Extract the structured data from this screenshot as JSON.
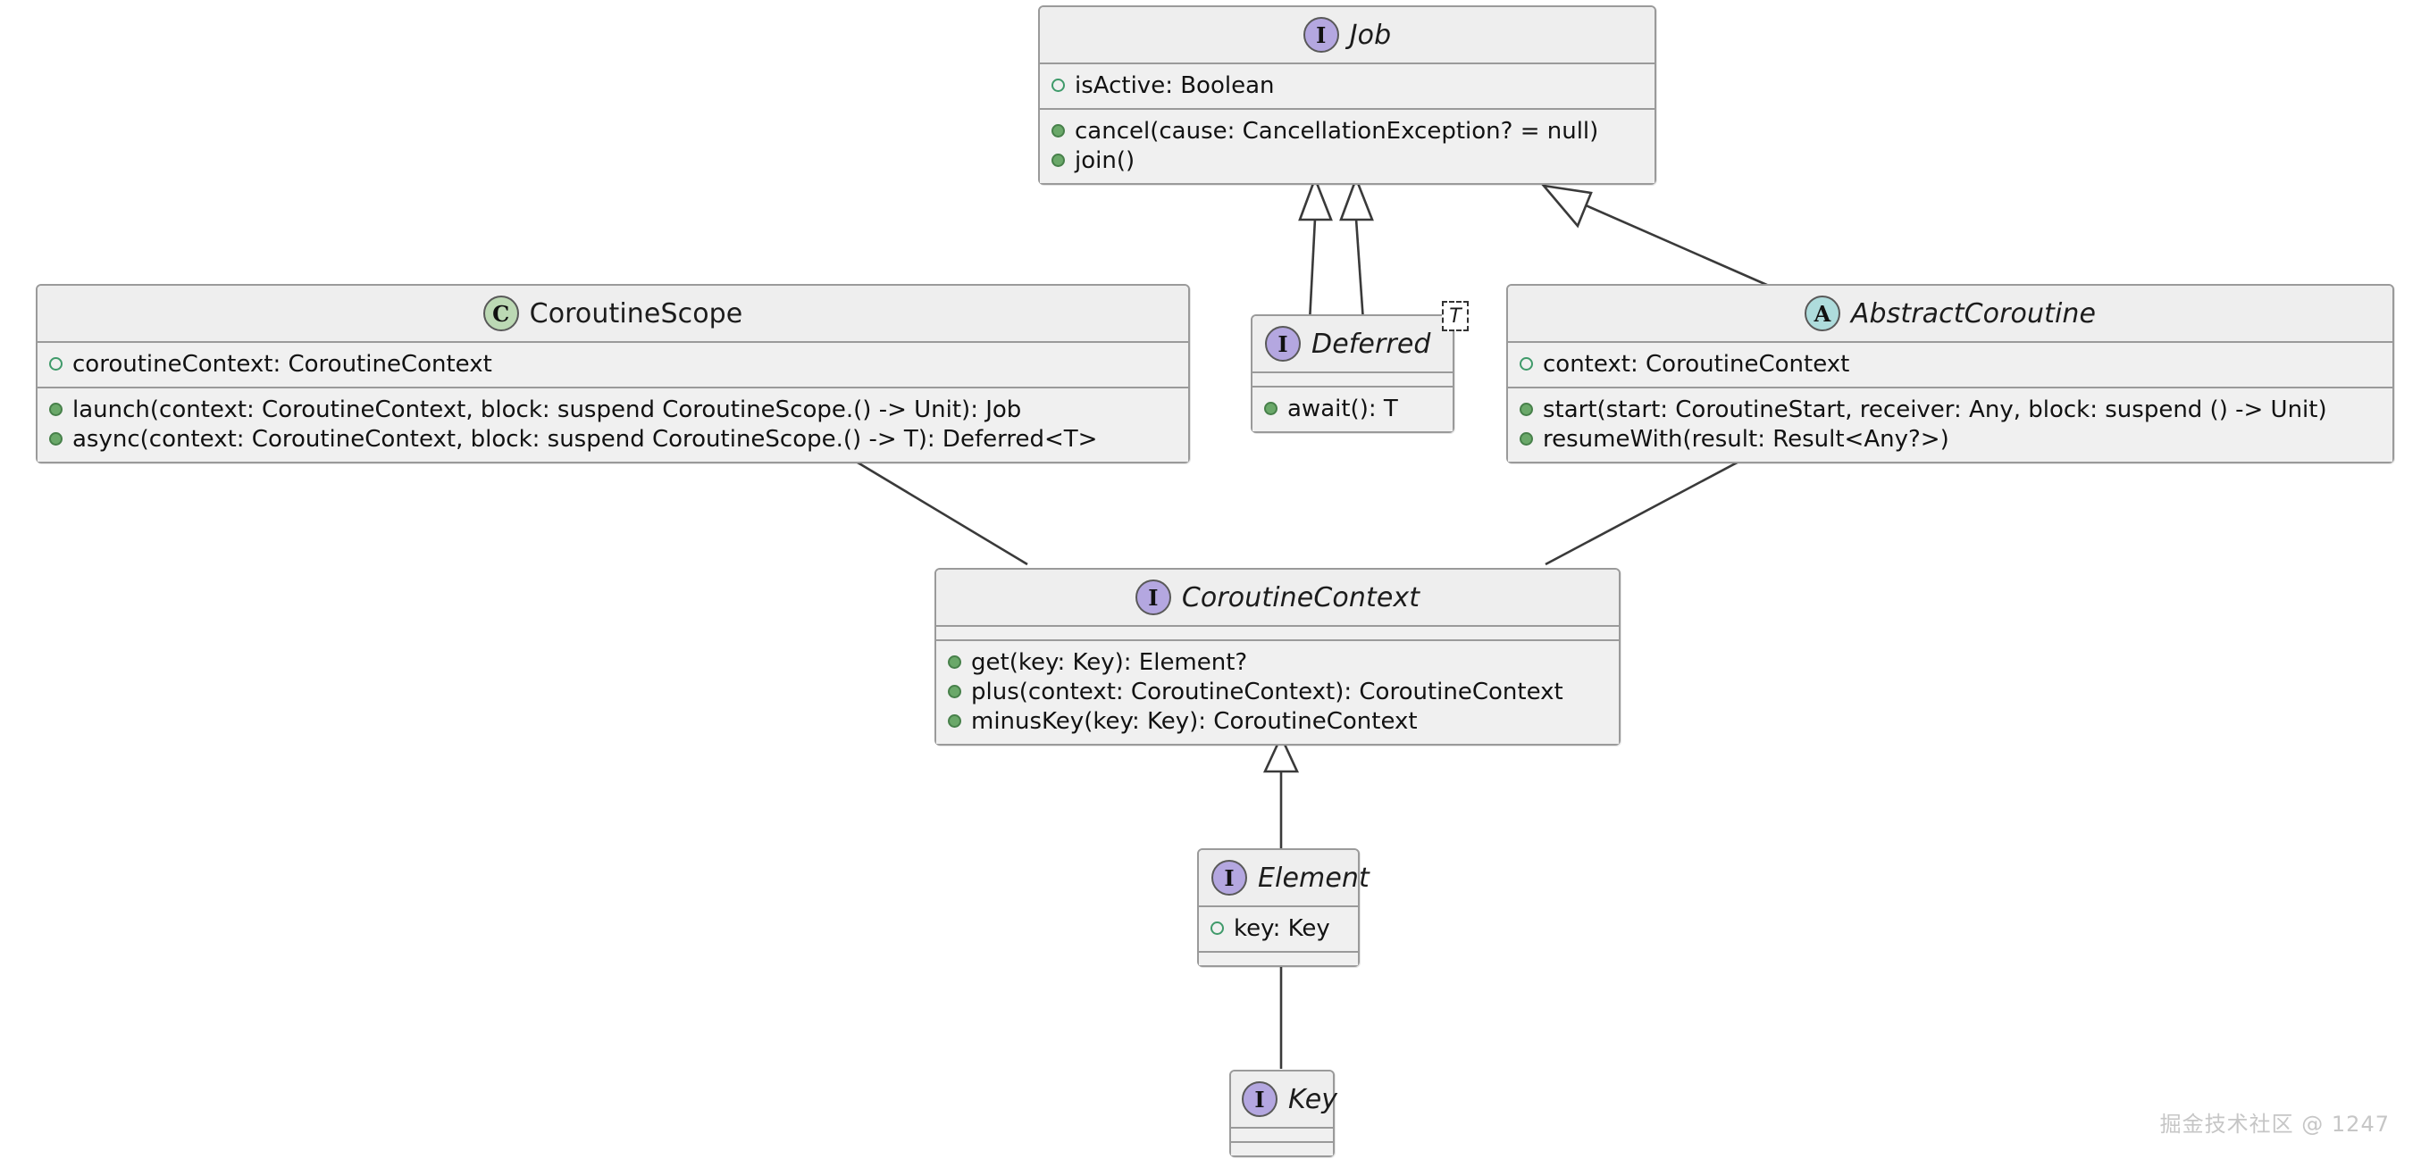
{
  "diagram": {
    "title": "Kotlin Coroutines UML class diagram",
    "watermark": "掘金技术社区 @ 1247",
    "colors": {
      "interface_icon": "#b4a7e0",
      "class_icon": "#bcd9b4",
      "abstract_icon": "#aedcdc",
      "box_fill": "#eeeeee",
      "box_border": "#9a9a9a",
      "field_marker": "#3f9a6a",
      "method_marker": "#6aa869",
      "link_stroke": "#3a3a3a",
      "watermark": "#c6c6c6"
    },
    "classes": {
      "job": {
        "name": "Job",
        "stereotype": "I",
        "stereotype_label": "interface",
        "fields": [
          {
            "marker": "field",
            "text": "isActive: Boolean"
          }
        ],
        "methods": [
          {
            "marker": "method",
            "text": "cancel(cause: CancellationException? = null)"
          },
          {
            "marker": "method",
            "text": "join()"
          }
        ]
      },
      "coroutine_scope": {
        "name": "CoroutineScope",
        "stereotype": "C",
        "stereotype_label": "class",
        "fields": [
          {
            "marker": "field",
            "text": "coroutineContext: CoroutineContext"
          }
        ],
        "methods": [
          {
            "marker": "method",
            "text": "launch(context: CoroutineContext, block: suspend CoroutineScope.() -> Unit): Job"
          },
          {
            "marker": "method",
            "text": "async(context: CoroutineContext, block: suspend CoroutineScope.() -> T): Deferred<T>"
          }
        ]
      },
      "deferred": {
        "name": "Deferred",
        "stereotype": "I",
        "stereotype_label": "interface",
        "generic_param": "T",
        "fields": [],
        "methods": [
          {
            "marker": "method",
            "text": "await(): T"
          }
        ]
      },
      "abstract_coroutine": {
        "name": "AbstractCoroutine",
        "stereotype": "A",
        "stereotype_label": "abstract class",
        "fields": [
          {
            "marker": "field",
            "text": "context: CoroutineContext"
          }
        ],
        "methods": [
          {
            "marker": "method",
            "text": "start(start: CoroutineStart, receiver: Any, block: suspend () -> Unit)"
          },
          {
            "marker": "method",
            "text": "resumeWith(result: Result<Any?>)"
          }
        ]
      },
      "coroutine_context": {
        "name": "CoroutineContext",
        "stereotype": "I",
        "stereotype_label": "interface",
        "fields": [],
        "methods": [
          {
            "marker": "method",
            "text": "get(key: Key): Element?"
          },
          {
            "marker": "method",
            "text": "plus(context: CoroutineContext): CoroutineContext"
          },
          {
            "marker": "method",
            "text": "minusKey(key: Key): CoroutineContext"
          }
        ]
      },
      "element": {
        "name": "Element",
        "stereotype": "I",
        "stereotype_label": "interface",
        "fields": [
          {
            "marker": "field",
            "text": "key: Key"
          }
        ],
        "methods": []
      },
      "key": {
        "name": "Key",
        "stereotype": "I",
        "stereotype_label": "interface",
        "fields": [],
        "methods": []
      }
    },
    "relations": [
      {
        "from": "Deferred",
        "to": "Job",
        "type": "generalization"
      },
      {
        "from": "Deferred",
        "to": "Job",
        "type": "generalization"
      },
      {
        "from": "AbstractCoroutine",
        "to": "Job",
        "type": "generalization"
      },
      {
        "from": "CoroutineScope",
        "to": "CoroutineContext",
        "type": "association"
      },
      {
        "from": "AbstractCoroutine",
        "to": "CoroutineContext",
        "type": "association"
      },
      {
        "from": "Element",
        "to": "CoroutineContext",
        "type": "generalization"
      },
      {
        "from": "Key",
        "to": "Element",
        "type": "association"
      }
    ]
  }
}
